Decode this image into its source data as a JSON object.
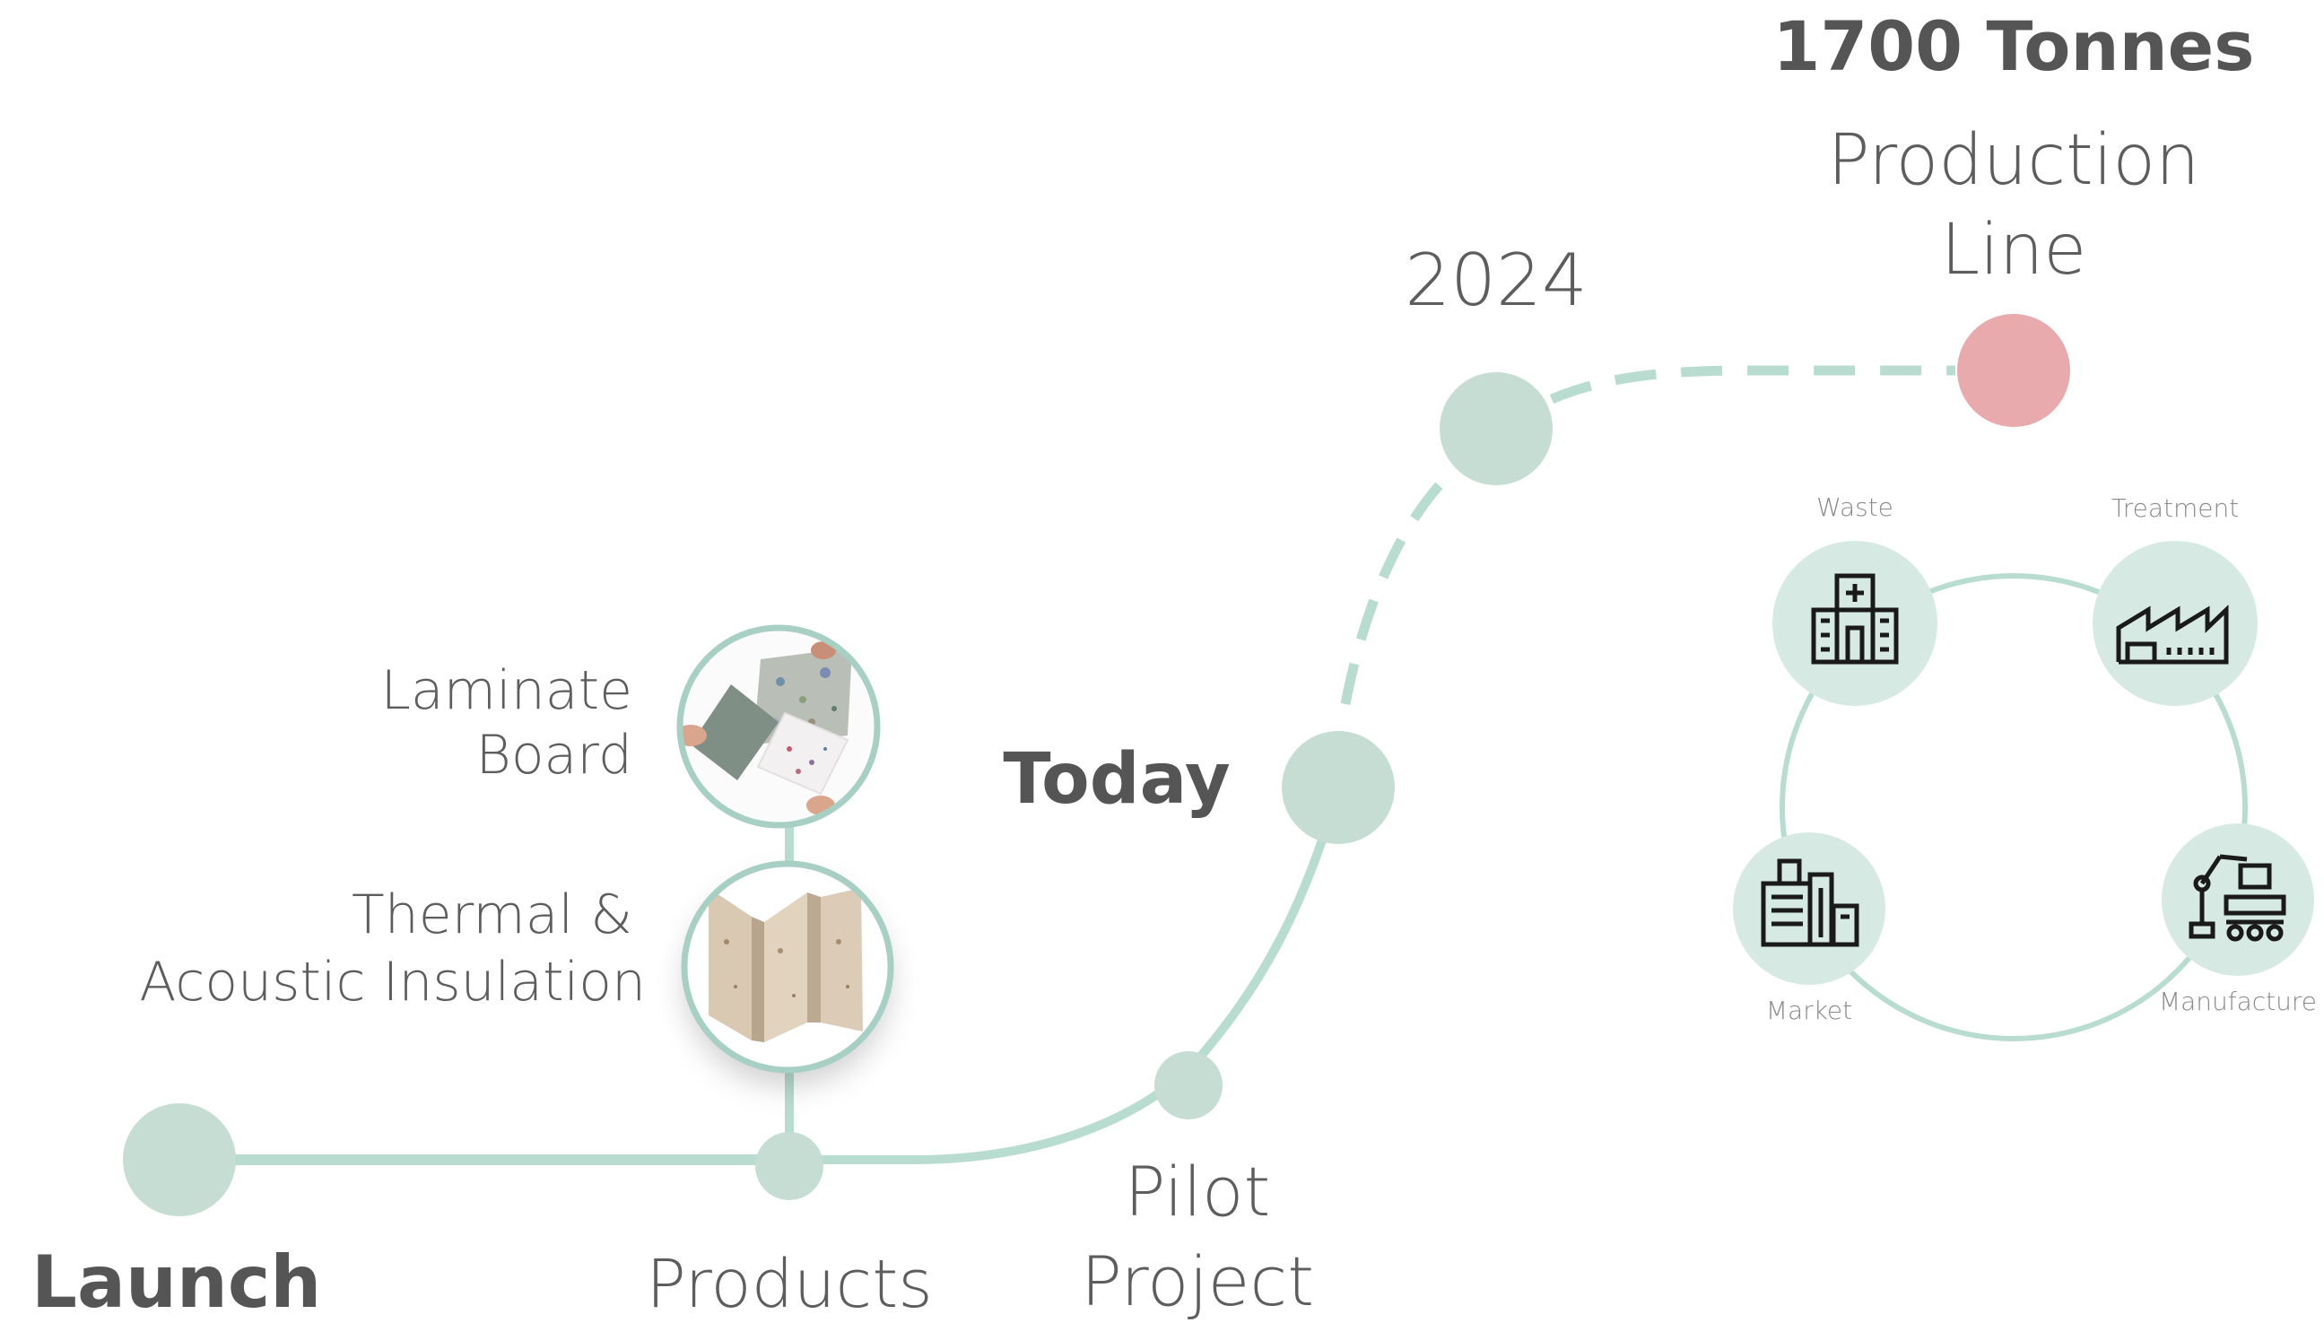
{
  "milestones": {
    "launch": "Launch",
    "products": "Products",
    "pilot_line1": "Pilot",
    "pilot_line2": "Project",
    "today": "Today",
    "year": "2024",
    "production_line1": "Production",
    "production_line2": "Line",
    "capacity": "1700 Tonnes"
  },
  "products": {
    "laminate_line1": "Laminate",
    "laminate_line2": "Board",
    "insulation_line1": "Thermal &",
    "insulation_line2": "Acoustic Insulation"
  },
  "cycle": {
    "waste": "Waste",
    "treatment": "Treatment",
    "manufacture": "Manufacture",
    "market": "Market"
  },
  "colors": {
    "node": "#c5ddd2",
    "line": "#b9dcd0",
    "target": "#e8aaad",
    "ring": "#a8cfc3",
    "text": "#5d5d5d",
    "bold_text": "#555555"
  }
}
